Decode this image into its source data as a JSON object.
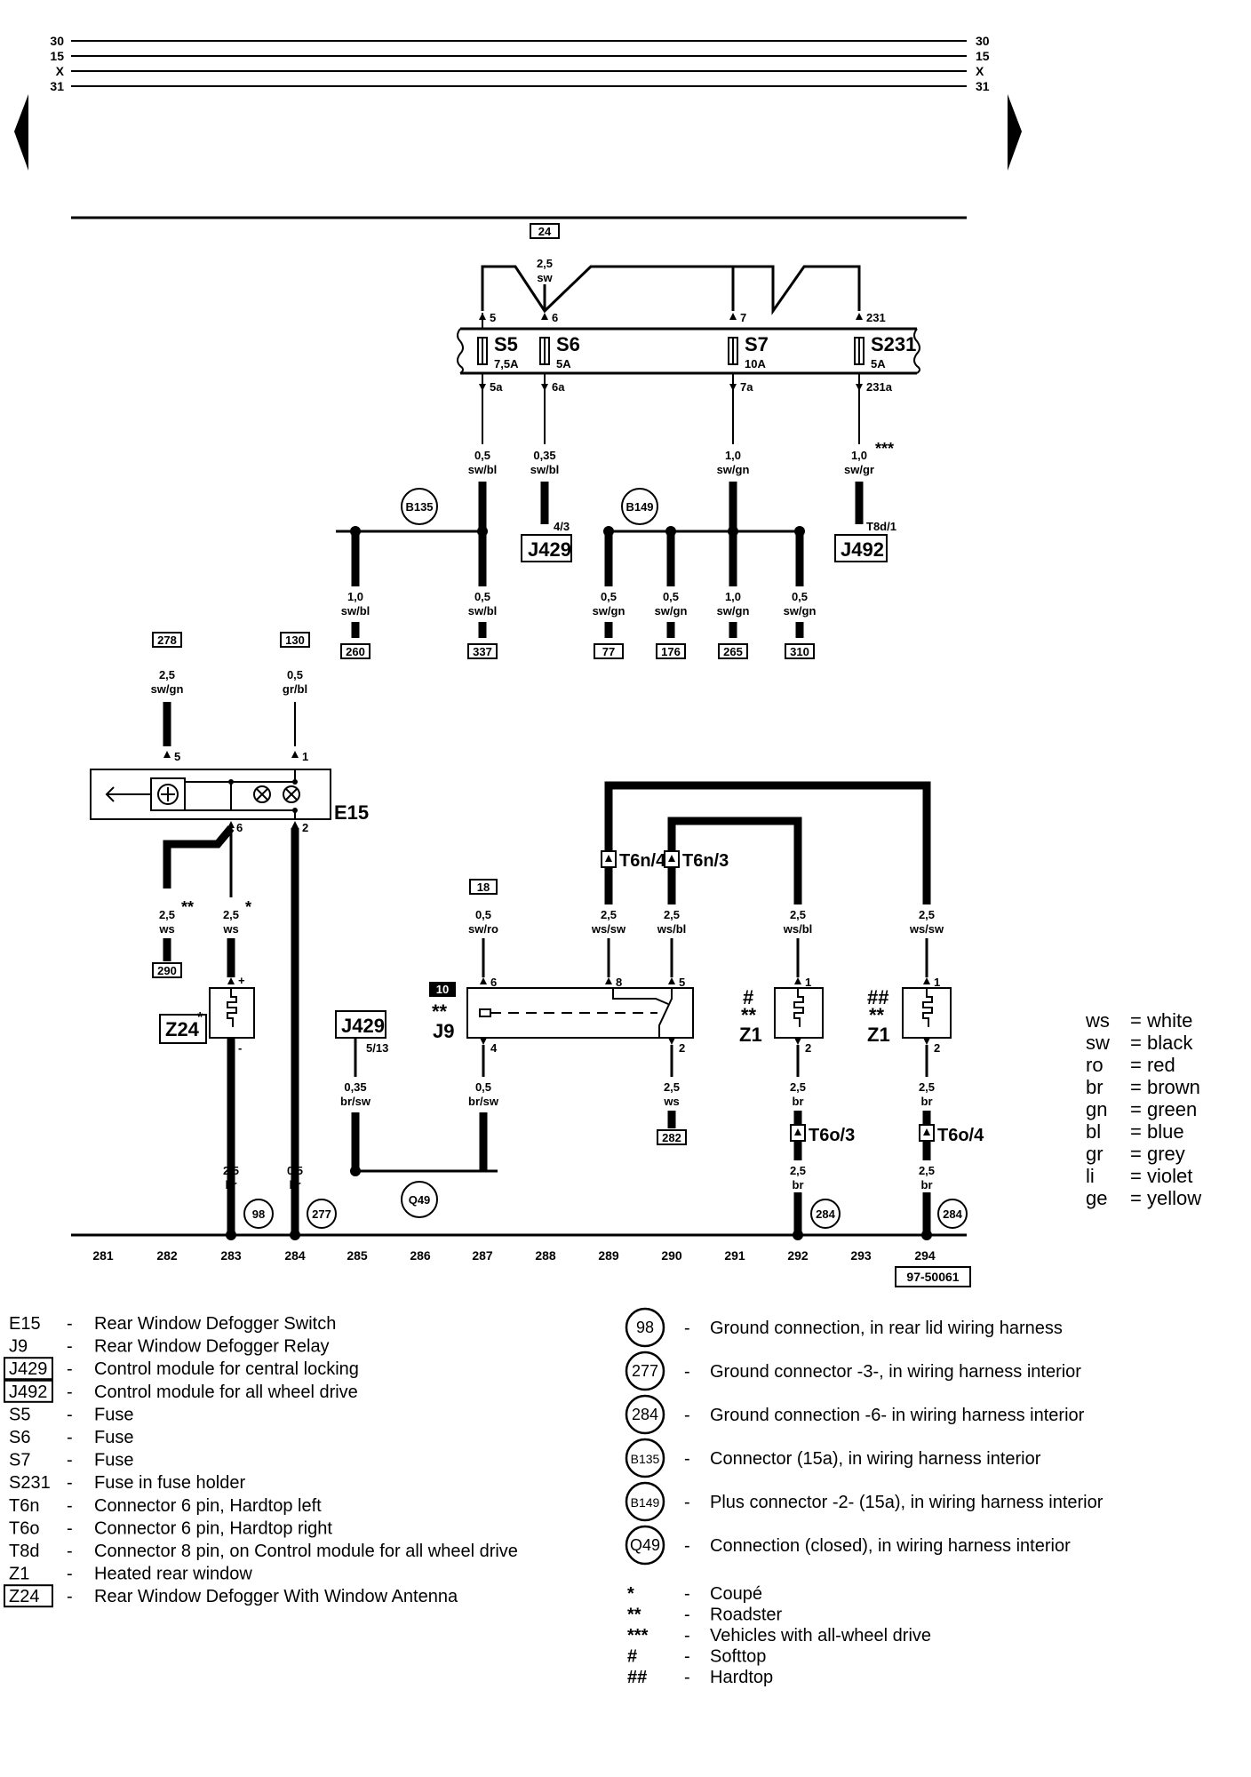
{
  "rails": {
    "left": [
      "30",
      "15",
      "X",
      "31"
    ],
    "right": [
      "30",
      "15",
      "X",
      "31"
    ]
  },
  "fuses": [
    {
      "name": "S5",
      "rating": "7,5A",
      "top": "5",
      "bottom": "5a",
      "wire_size": "0,5",
      "wire_color": "sw/bl"
    },
    {
      "name": "S6",
      "rating": "5A",
      "top": "6",
      "bottom": "6a",
      "wire_size": "0,35",
      "wire_color": "sw/bl"
    },
    {
      "name": "S7",
      "rating": "10A",
      "top": "7",
      "bottom": "7a",
      "wire_size": "1,0",
      "wire_color": "sw/gn"
    },
    {
      "name": "S231",
      "rating": "5A",
      "top": "231",
      "bottom": "231a",
      "wire_size": "1,0",
      "wire_color": "sw/gr",
      "mark": "***"
    }
  ],
  "top_ref": {
    "ref": "24",
    "size": "2,5",
    "color": "sw"
  },
  "junctions": [
    "B135",
    "B149",
    "Q49"
  ],
  "components": {
    "j429_pin": "4/3",
    "j429": "J429",
    "j492_pin": "T8d/1",
    "j492": "J492",
    "e15": "E15",
    "j9": "J9",
    "j9_box": "10",
    "j9_mark": "**",
    "z24": "Z24",
    "z1": "Z1",
    "z1_mark1": "#",
    "z1_mark2": "##",
    "z1_stars": "**",
    "j429b_pin": "5/13"
  },
  "branch_wires": [
    {
      "size": "1,0",
      "color": "sw/bl",
      "ref": "260"
    },
    {
      "size": "0,5",
      "color": "sw/bl",
      "ref": "337"
    },
    {
      "size": "0,5",
      "color": "sw/gn",
      "ref": "77"
    },
    {
      "size": "0,5",
      "color": "sw/gn",
      "ref": "176"
    },
    {
      "size": "1,0",
      "color": "sw/gn",
      "ref": "265"
    },
    {
      "size": "0,5",
      "color": "sw/gn",
      "ref": "310"
    }
  ],
  "e15_wires": [
    {
      "ref": "278",
      "size": "2,5",
      "color": "sw/gn",
      "pin": "5"
    },
    {
      "ref": "130",
      "size": "0,5",
      "color": "gr/bl",
      "pin": "1"
    }
  ],
  "e15_pins": {
    "p6": "6",
    "p2": "2"
  },
  "lower_wires": [
    {
      "size": "2,5",
      "color": "ws",
      "mark": "**",
      "ref": "290"
    },
    {
      "size": "2,5",
      "color": "ws",
      "mark": "*"
    },
    {
      "size": "2,5",
      "color": "br"
    },
    {
      "size": "0,5",
      "color": "br"
    },
    {
      "size": "0,35",
      "color": "br/sw"
    },
    {
      "size": "0,5",
      "color": "br/sw"
    },
    {
      "size": "2,5",
      "color": "ws",
      "ref": "282"
    }
  ],
  "j9_wires": [
    {
      "ref": "18",
      "size": "0,5",
      "color": "sw/ro",
      "pin": "6"
    },
    {
      "pin": "4"
    }
  ],
  "connectors": {
    "t6n4": "T6n/4",
    "t6n3": "T6n/3",
    "t6o3": "T6o/3",
    "t6o4": "T6o/4"
  },
  "connector_wires": [
    {
      "size": "2,5",
      "color": "ws/sw",
      "pin": "8"
    },
    {
      "size": "2,5",
      "color": "ws/bl",
      "pin": "5"
    },
    {
      "size": "2,5",
      "color": "ws/bl",
      "pin": "1"
    },
    {
      "size": "2,5",
      "color": "ws/sw",
      "pin": "1"
    }
  ],
  "z1_wires": [
    {
      "pin": "2",
      "size": "2,5",
      "color": "br"
    },
    {
      "pin": "2",
      "size": "2,5",
      "color": "br"
    },
    {
      "size": "2,5",
      "color": "br"
    },
    {
      "size": "2,5",
      "color": "br"
    }
  ],
  "z24_pins": {
    "plus": "+",
    "minus": "-"
  },
  "j9_pin2": "2",
  "grounds": [
    "98",
    "277",
    "284",
    "284"
  ],
  "columns": [
    "281",
    "282",
    "283",
    "284",
    "285",
    "286",
    "287",
    "288",
    "289",
    "290",
    "291",
    "292",
    "293",
    "294"
  ],
  "figure_id": "97-50061",
  "color_legend": [
    {
      "code": "ws",
      "name": "= white"
    },
    {
      "code": "sw",
      "name": "= black"
    },
    {
      "code": "ro",
      "name": "= red"
    },
    {
      "code": "br",
      "name": "= brown"
    },
    {
      "code": "gn",
      "name": "= green"
    },
    {
      "code": "bl",
      "name": "= blue"
    },
    {
      "code": "gr",
      "name": "= grey"
    },
    {
      "code": "li",
      "name": "= violet"
    },
    {
      "code": "ge",
      "name": "= yellow"
    }
  ],
  "legend_left": [
    {
      "code": "E15",
      "boxed": false,
      "text": "Rear Window Defogger Switch"
    },
    {
      "code": "J9",
      "boxed": false,
      "text": "Rear Window Defogger Relay"
    },
    {
      "code": "J429",
      "boxed": true,
      "text": "Control module for central locking"
    },
    {
      "code": "J492",
      "boxed": true,
      "text": "Control module for all wheel drive"
    },
    {
      "code": "S5",
      "boxed": false,
      "text": "Fuse"
    },
    {
      "code": "S6",
      "boxed": false,
      "text": "Fuse"
    },
    {
      "code": "S7",
      "boxed": false,
      "text": "Fuse"
    },
    {
      "code": "S231",
      "boxed": false,
      "text": "Fuse in fuse holder"
    },
    {
      "code": "T6n",
      "boxed": false,
      "text": "Connector 6 pin, Hardtop left"
    },
    {
      "code": "T6o",
      "boxed": false,
      "text": "Connector 6 pin, Hardtop right"
    },
    {
      "code": "T8d",
      "boxed": false,
      "text": "Connector 8 pin, on Control module for all wheel drive"
    },
    {
      "code": "Z1",
      "boxed": false,
      "text": "Heated rear window"
    },
    {
      "code": "Z24",
      "boxed": true,
      "text": "Rear Window Defogger With Window Antenna"
    }
  ],
  "legend_right": [
    {
      "code": "98",
      "text": "Ground connection, in rear lid wiring harness"
    },
    {
      "code": "277",
      "text": "Ground connector -3-, in wiring harness interior"
    },
    {
      "code": "284",
      "text": "Ground connection -6- in wiring harness interior"
    },
    {
      "code": "B135",
      "text": "Connector (15a), in wiring harness interior"
    },
    {
      "code": "B149",
      "text": "Plus connector -2- (15a), in wiring harness interior"
    },
    {
      "code": "Q49",
      "text": "Connection (closed), in wiring harness interior"
    }
  ],
  "legend_marks": [
    {
      "code": "*",
      "text": "Coupé"
    },
    {
      "code": "**",
      "text": "Roadster"
    },
    {
      "code": "***",
      "text": "Vehicles with all-wheel drive"
    },
    {
      "code": "#",
      "text": "Softtop"
    },
    {
      "code": "##",
      "text": "Hardtop"
    }
  ],
  "dash": "-"
}
